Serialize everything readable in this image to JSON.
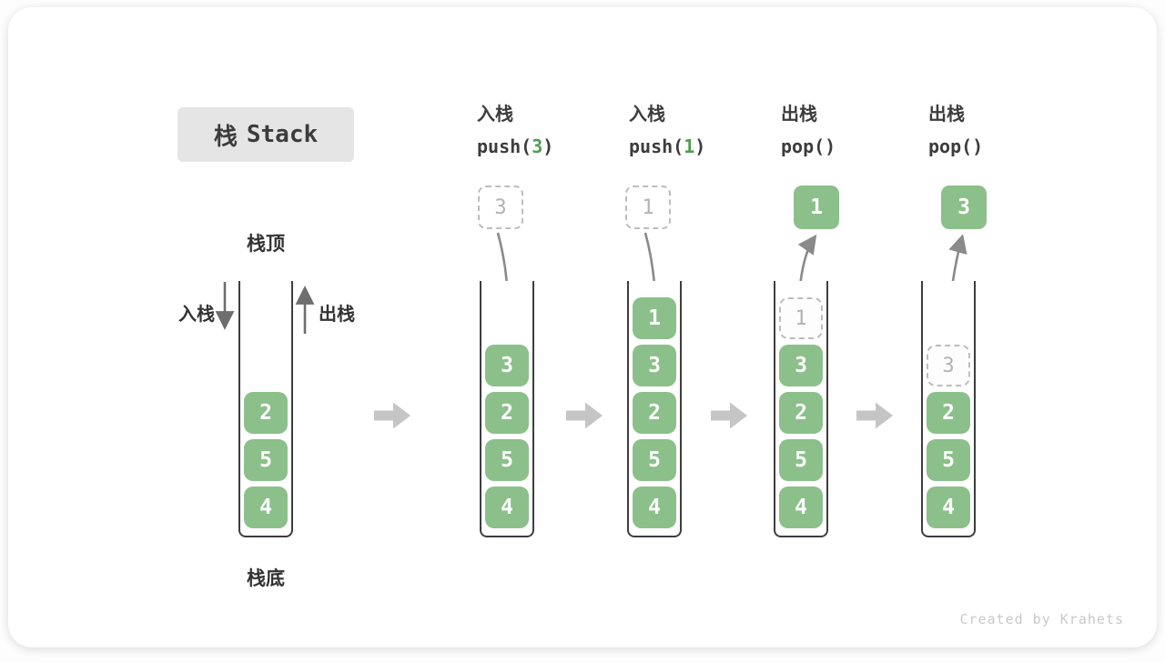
{
  "title": {
    "cjk": "栈",
    "en": "Stack"
  },
  "side": {
    "top_label": "栈顶",
    "bottom_label": "栈底",
    "push_label": "入栈",
    "pop_label": "出栈"
  },
  "watermark": "Created by Krahets",
  "colors": {
    "item_green": "#8CC08A",
    "arg_green": "#4D9E50",
    "container_border": "#3E3E3E",
    "curve_arrow_gray": "#8A8A8A",
    "side_arrow_gray": "#6E6E6E",
    "flow_arrow_gray": "#C5C5C5",
    "ghost_border": "#BDBDBD",
    "ghost_text": "#B3B3B3",
    "badge_bg": "#E5E5E5",
    "text_dark": "#3C3C3C",
    "watermark_gray": "#C9C9C9"
  },
  "stages": [
    {
      "name": "initial",
      "label": null,
      "floating": null,
      "arrow": null,
      "cells": [
        {
          "value": "2",
          "slot": 2,
          "ghost": false
        },
        {
          "value": "5",
          "slot": 1,
          "ghost": false
        },
        {
          "value": "4",
          "slot": 0,
          "ghost": false
        }
      ]
    },
    {
      "name": "push-3",
      "label": {
        "title": "入栈",
        "code_prefix": "push(",
        "code_arg": "3",
        "code_suffix": ")"
      },
      "floating": {
        "value": "3",
        "style": "dashed"
      },
      "arrow": "in",
      "cells": [
        {
          "value": "3",
          "slot": 3,
          "ghost": false
        },
        {
          "value": "2",
          "slot": 2,
          "ghost": false
        },
        {
          "value": "5",
          "slot": 1,
          "ghost": false
        },
        {
          "value": "4",
          "slot": 0,
          "ghost": false
        }
      ]
    },
    {
      "name": "push-1",
      "label": {
        "title": "入栈",
        "code_prefix": "push(",
        "code_arg": "1",
        "code_suffix": ")"
      },
      "floating": {
        "value": "1",
        "style": "dashed"
      },
      "arrow": "in",
      "cells": [
        {
          "value": "1",
          "slot": 4,
          "ghost": false
        },
        {
          "value": "3",
          "slot": 3,
          "ghost": false
        },
        {
          "value": "2",
          "slot": 2,
          "ghost": false
        },
        {
          "value": "5",
          "slot": 1,
          "ghost": false
        },
        {
          "value": "4",
          "slot": 0,
          "ghost": false
        }
      ]
    },
    {
      "name": "pop-1",
      "label": {
        "title": "出栈",
        "code_prefix": "pop(",
        "code_arg": "",
        "code_suffix": ")"
      },
      "floating": {
        "value": "1",
        "style": "solid"
      },
      "arrow": "out",
      "cells": [
        {
          "value": "1",
          "slot": 4,
          "ghost": true
        },
        {
          "value": "3",
          "slot": 3,
          "ghost": false
        },
        {
          "value": "2",
          "slot": 2,
          "ghost": false
        },
        {
          "value": "5",
          "slot": 1,
          "ghost": false
        },
        {
          "value": "4",
          "slot": 0,
          "ghost": false
        }
      ]
    },
    {
      "name": "pop-3",
      "label": {
        "title": "出栈",
        "code_prefix": "pop(",
        "code_arg": "",
        "code_suffix": ")"
      },
      "floating": {
        "value": "3",
        "style": "solid"
      },
      "arrow": "out",
      "cells": [
        {
          "value": "3",
          "slot": 3,
          "ghost": true
        },
        {
          "value": "2",
          "slot": 2,
          "ghost": false
        },
        {
          "value": "5",
          "slot": 1,
          "ghost": false
        },
        {
          "value": "4",
          "slot": 0,
          "ghost": false
        }
      ]
    }
  ]
}
